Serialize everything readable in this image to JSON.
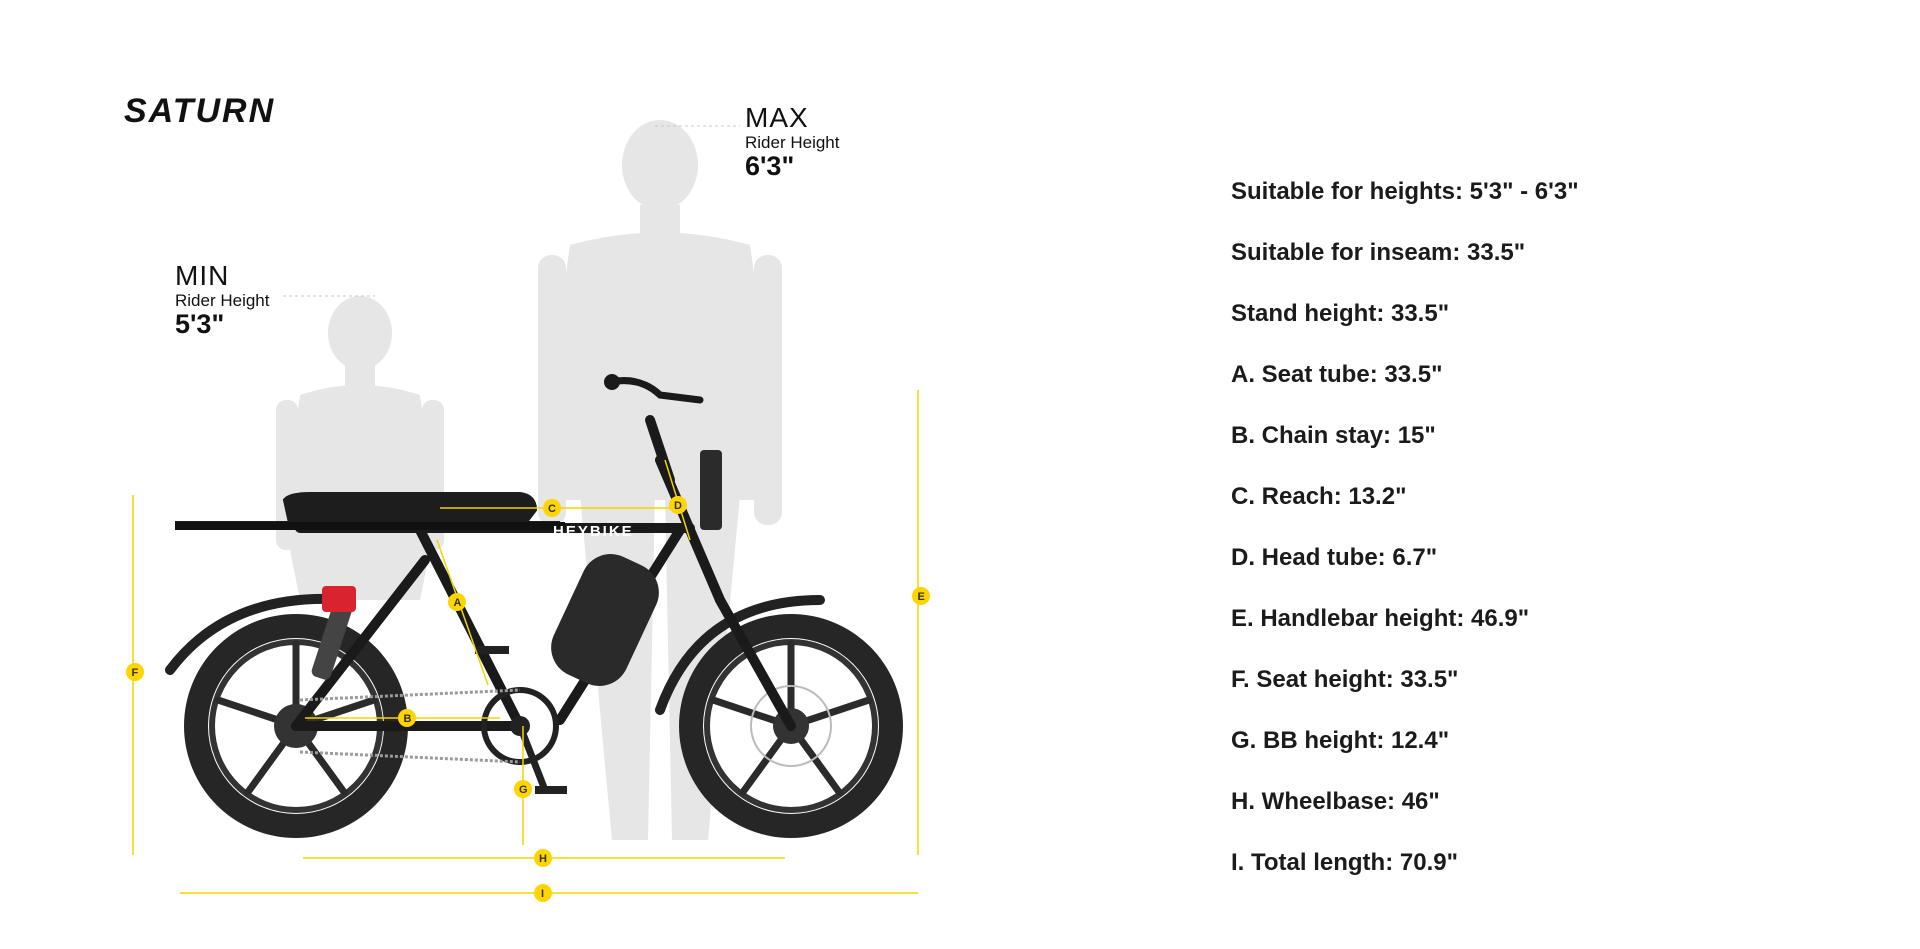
{
  "brand": {
    "logo_text": "SATURN"
  },
  "rider": {
    "min": {
      "title": "MIN",
      "sub": "Rider Height",
      "value": "5'3\""
    },
    "max": {
      "title": "MAX",
      "sub": "Rider Height",
      "value": "6'3\""
    }
  },
  "frame_text": "HEYBIKE",
  "dimension_letters": [
    "A",
    "B",
    "C",
    "D",
    "E",
    "F",
    "G",
    "H",
    "I"
  ],
  "specs": [
    "Suitable for heights: 5'3\" - 6'3\"",
    "Suitable for inseam: 33.5\"",
    "Stand height: 33.5\"",
    "A. Seat tube: 33.5\"",
    "B. Chain stay: 15\"",
    "C. Reach: 13.2\"",
    "D. Head tube: 6.7\"",
    "E. Handlebar height: 46.9\"",
    "F. Seat height: 33.5\"",
    "G. BB height: 12.4\"",
    "H. Wheelbase: 46\"",
    "I. Total length: 70.9\""
  ],
  "colors": {
    "dimension": "#ffd500",
    "silhouette": "#e6e6e6",
    "bike": "#1a1a1a",
    "tail_light": "#d9232e",
    "text": "#111111"
  }
}
